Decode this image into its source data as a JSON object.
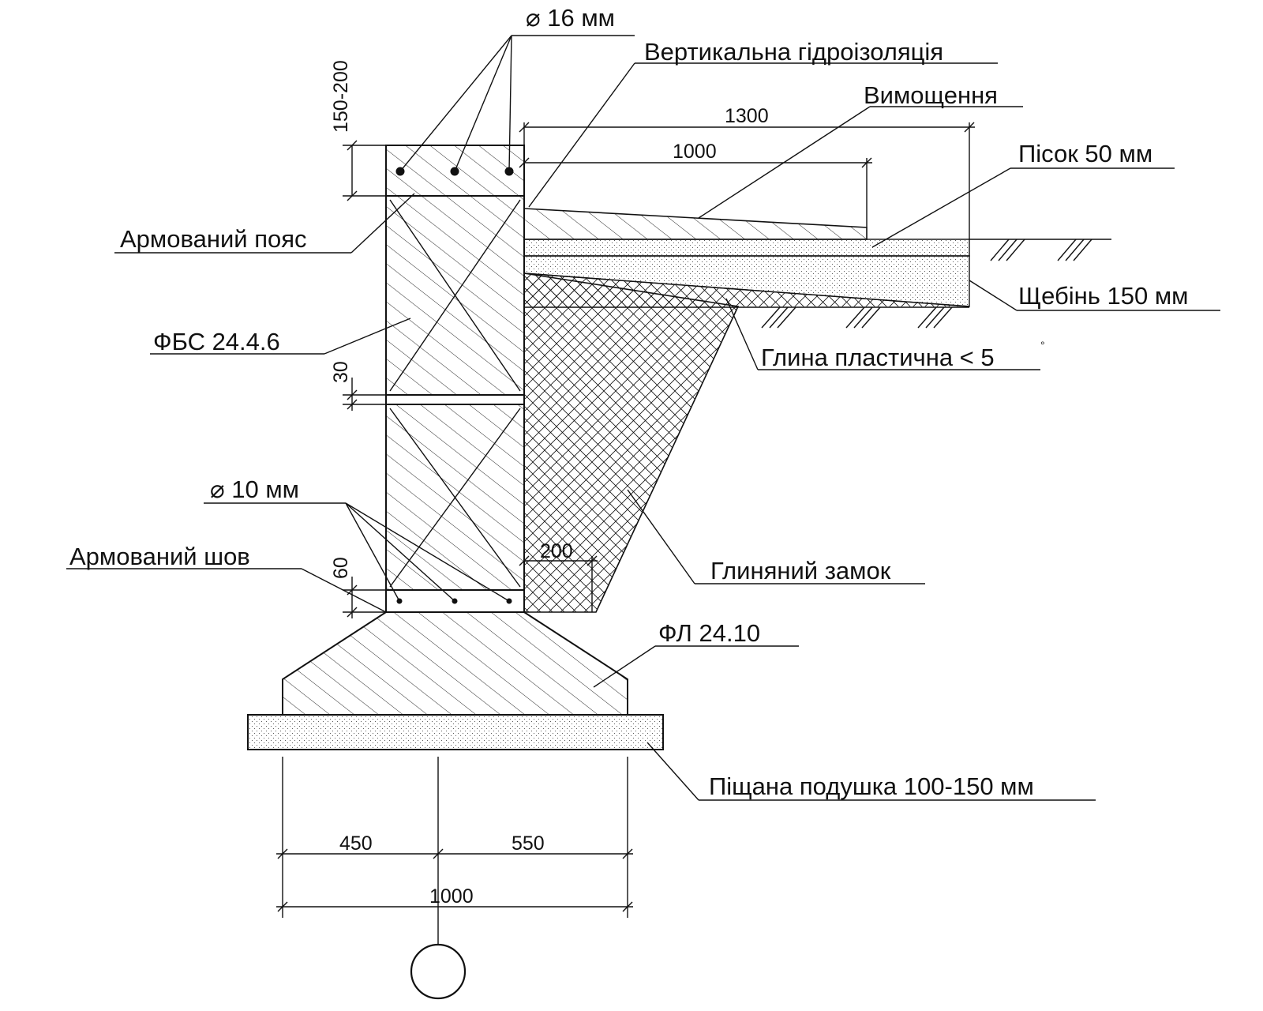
{
  "labels": {
    "rebar_16": "⌀ 16 мм",
    "vertical_waterproofing": "Вертикальна гідроізоляція",
    "paving": "Вимощення",
    "sand_50": "Пісок 50 мм",
    "reinforced_belt": "Армований пояс",
    "crushed_stone_150": "Щебінь 150 мм",
    "fbs_block": "ФБС 24.4.6",
    "plastic_clay": "Глина пластична < 5",
    "degree_mark": "°",
    "rebar_10": "⌀ 10 мм",
    "clay_lock": "Глиняний замок",
    "reinforced_seam": "Армований шов",
    "fl_slab": "ФЛ 24.10",
    "sand_cushion": "Піщана подушка 100-150 мм"
  },
  "dimensions": {
    "belt_height": "150-200",
    "seam_30": "30",
    "seam_60": "60",
    "paving_1300": "1300",
    "paving_1000": "1000",
    "lock_200": "200",
    "left_450": "450",
    "right_550": "550",
    "total_1000": "1000"
  }
}
